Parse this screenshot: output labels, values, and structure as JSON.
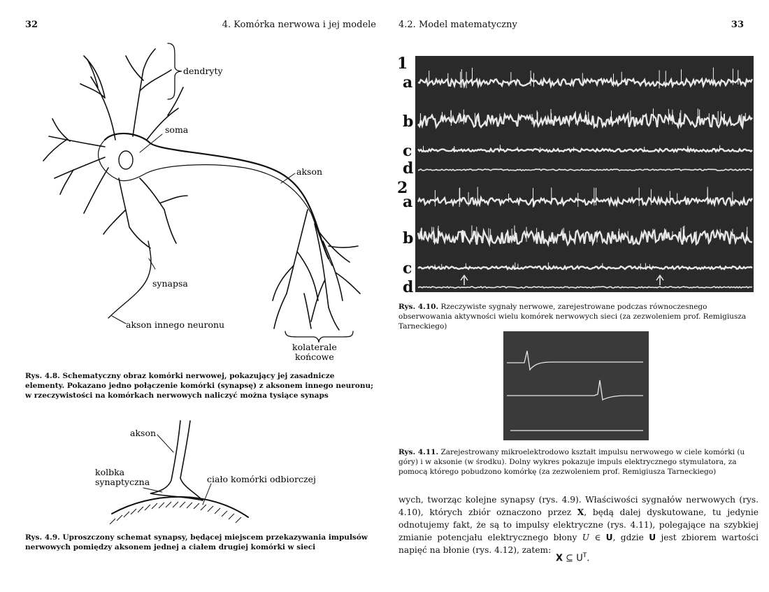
{
  "left_page": {
    "page_number": "32",
    "running_head": "4. Komórka nerwowa i jej modele",
    "fig48": {
      "labels": {
        "dendryty": "dendryty",
        "soma": "soma",
        "akson": "akson",
        "synapsa": "synapsa",
        "akson_innego": "akson innego neuronu",
        "kolaterale_1": "kolaterale",
        "kolaterale_2": "końcowe"
      },
      "caption_label": "Rys. 4.8.",
      "caption_text": "Schematyczny obraz komórki nerwowej, pokazujący jej zasadnicze elementy. Pokazano jedno połączenie komórki (synapsę) z aksonem innego neuronu; w rzeczywistości na komórkach nerwowych naliczyć można tysiące synaps"
    },
    "fig49": {
      "labels": {
        "akson": "akson",
        "kolbka_1": "kolbka",
        "kolbka_2": "synaptyczna",
        "cialo": "ciało komórki odbiorczej"
      },
      "caption_label": "Rys. 4.9.",
      "caption_text": "Uproszczony schemat synapsy, będącej miejscem przekazywania impulsów nerwowych pomiędzy aksonem jednej a ciałem drugiej komórki w sieci"
    }
  },
  "right_page": {
    "page_number": "33",
    "running_head": "4.2. Model matematyczny",
    "fig410": {
      "group1": "1",
      "group2": "2",
      "rows1": [
        "a",
        "b",
        "c",
        "d"
      ],
      "rows2": [
        "a",
        "b",
        "c",
        "d"
      ],
      "caption_label": "Rys. 4.10.",
      "caption_text": "Rzeczywiste sygnały nerwowe, zarejestrowane podczas równoczesnego obserwowania aktywności wielu komórek nerwowych sieci (za zezwoleniem prof. Remigiusza Tarneckiego)"
    },
    "fig411": {
      "caption_label": "Rys. 4.11.",
      "caption_text": "Zarejestrowany mikroelektrodowo kształt impulsu nerwowego w ciele komórki (u góry) i w aksonie (w środku). Dolny wykres pokazuje impuls elektrycznego stymulatora, za pomocą którego pobudzono komórkę (za zezwoleniem prof. Remigiusza Tarneckiego)"
    },
    "body": {
      "p1": "wych, tworząc kolejne synapsy (rys. 4.9). Właściwości sygnałów nerwowych (rys. 4.10), których zbiór oznaczono przez",
      "X": "X",
      "p2": ", będą dalej dyskutowane, tu jedynie odnotujemy fakt, że są to impulsy elektryczne (rys. 4.11), polegające na szybkiej zmianie potencjału elektrycznego błony",
      "U_it": "U",
      "in": " ∈ ",
      "U_bold": "U",
      "p3": ", gdzie",
      "U_bold2": "U",
      "p4": "jest zbiorem wartości napięć na błonie (rys. 4.12), zatem:"
    },
    "formula": {
      "lhs": "X",
      "op": " ⊆ ",
      "rhs": "U",
      "sup": "T",
      "end": "."
    }
  }
}
